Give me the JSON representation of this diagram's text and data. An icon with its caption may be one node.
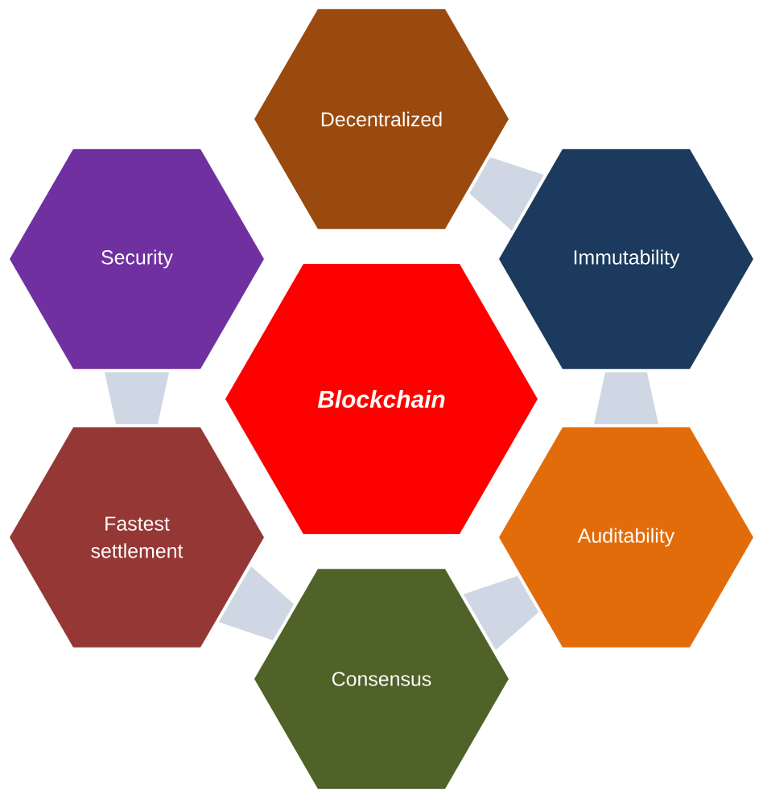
{
  "diagram": {
    "nodes": [
      {
        "text": [
          "Decentralized"
        ]
      },
      {
        "text": [
          "Security"
        ]
      },
      {
        "text": [
          "Immutability"
        ]
      },
      {
        "text": [
          "Blockchain"
        ]
      },
      {
        "text": [
          "Fastest settlement"
        ]
      },
      {
        "text": [
          "Auditability"
        ]
      },
      {
        "text": [
          "Consensus"
        ]
      }
    ],
    "edges": [
      {
        "from": 0,
        "to": 2,
        "arrow": "none"
      },
      {
        "from": 2,
        "to": 5,
        "arrow": "none"
      },
      {
        "from": 5,
        "to": 6,
        "arrow": "none"
      },
      {
        "from": 6,
        "to": 4,
        "arrow": "none"
      },
      {
        "from": 4,
        "to": 1,
        "arrow": "none"
      }
    ]
  }
}
